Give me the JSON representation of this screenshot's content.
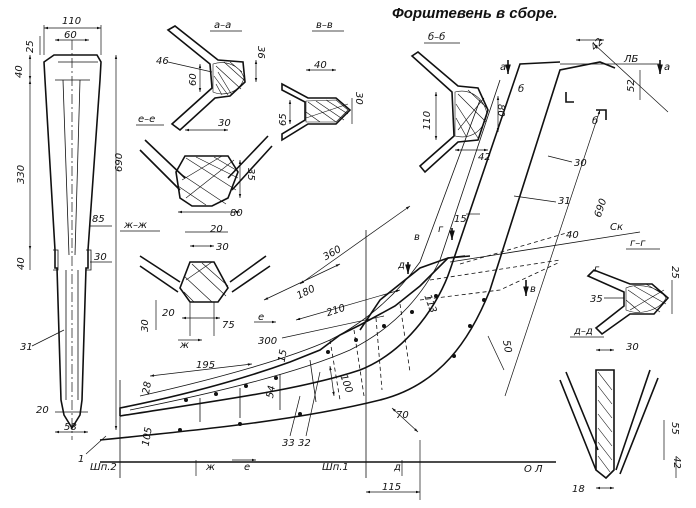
{
  "title": "Форштевень в сборе.",
  "sections": {
    "a": "а–а",
    "v": "в–в",
    "b": "б–б",
    "e": "е–е",
    "zh": "ж–ж",
    "g": "г–г",
    "d": "д–д"
  },
  "reference_lines": {
    "ol": "О Л",
    "shp1": "Шп.1",
    "shp2": "Шп.2",
    "lb": "ЛБ",
    "sk": "Ск"
  },
  "markers": {
    "a": "а",
    "b": "б",
    "v": "в",
    "g": "г",
    "d": "д",
    "e": "е",
    "zh": "ж"
  },
  "positions": {
    "p1": "1",
    "p30": "30",
    "p31": "31",
    "p32": "32",
    "p33": "33"
  },
  "dimensions": {
    "d110": "110",
    "d60": "60",
    "d25": "25",
    "d40a": "40",
    "d330": "330",
    "d690a": "690",
    "d85": "85",
    "d40b": "40",
    "d30a": "30",
    "d20a": "20",
    "d58": "58",
    "d46": "46",
    "d36": "36",
    "d60b": "60",
    "d40c": "40",
    "d30b": "30",
    "d65": "65",
    "d110b": "110",
    "d80a": "80",
    "d42a": "42",
    "d30c": "30",
    "d35a": "35",
    "d80b": "80",
    "d20b": "20",
    "d30d": "30",
    "d30e": "30",
    "d20c": "20",
    "d75": "75",
    "d42b": "42",
    "d52": "52",
    "d690b": "690",
    "d40d": "40",
    "d15a": "15",
    "d360": "360",
    "d180": "180",
    "d210": "210",
    "d300": "300",
    "d113": "113",
    "d15b": "15",
    "d50": "50",
    "d195": "195",
    "d28": "28",
    "d54": "54",
    "d100": "100",
    "d105": "105",
    "d70": "70",
    "d115": "115",
    "d25b": "25",
    "d35b": "35",
    "d30f": "30",
    "d55": "55",
    "d42c": "42",
    "d18": "18"
  }
}
